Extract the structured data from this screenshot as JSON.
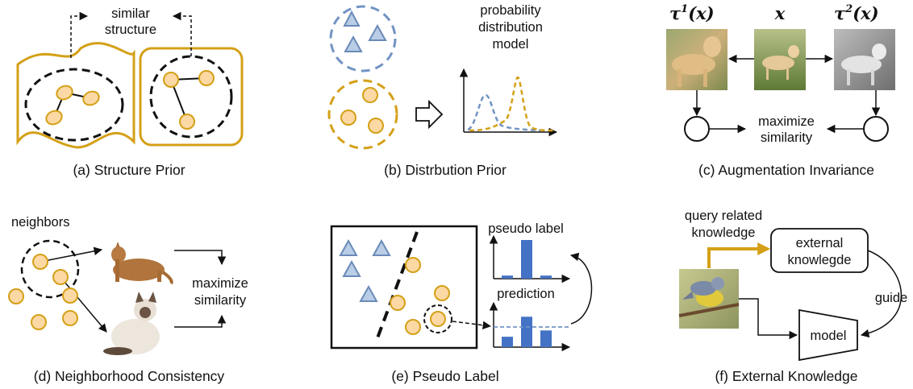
{
  "panels": {
    "a": {
      "caption": "(a) Structure Prior",
      "label_line1": "similar",
      "label_line2": "structure"
    },
    "b": {
      "caption": "(b) Distrbution Prior",
      "label_line1": "probability",
      "label_line2": "distribution",
      "label_line3": "model"
    },
    "c": {
      "caption": "(c) Augmentation Invariance",
      "tau1_base": "τ",
      "tau1_sup": "1",
      "tau1_arg": "(x)",
      "x_label": "x",
      "tau2_base": "τ",
      "tau2_sup": "2",
      "tau2_arg": "(x)",
      "label_line1": "maximize",
      "label_line2": "similarity"
    },
    "d": {
      "caption": "(d) Neighborhood Consistency",
      "neighbors_label": "neighbors",
      "label_line1": "maximize",
      "label_line2": "similarity"
    },
    "e": {
      "caption": "(e) Pseudo Label",
      "pseudo_label": "pseudo label",
      "prediction_label": "prediction"
    },
    "f": {
      "caption": "(f) External Knowledge",
      "query_line1": "query related",
      "query_line2": "knowledge",
      "ext_line1": "external",
      "ext_line2": "knowlegde",
      "guide_label": "guide",
      "model_label": "model"
    }
  },
  "colors": {
    "gold": "#d4a017",
    "node_fill": "#fcd9a4",
    "tri_fill": "#b9cde6",
    "tri_stroke": "#6a8ab8",
    "bar": "#4472c4",
    "blue_dash": "#7294c4"
  },
  "chart_data": [
    {
      "type": "bar",
      "title": "pseudo label",
      "values": [
        0.08,
        1.0,
        0.08
      ]
    },
    {
      "type": "bar",
      "title": "prediction",
      "values": [
        0.28,
        0.82,
        0.45
      ]
    }
  ]
}
